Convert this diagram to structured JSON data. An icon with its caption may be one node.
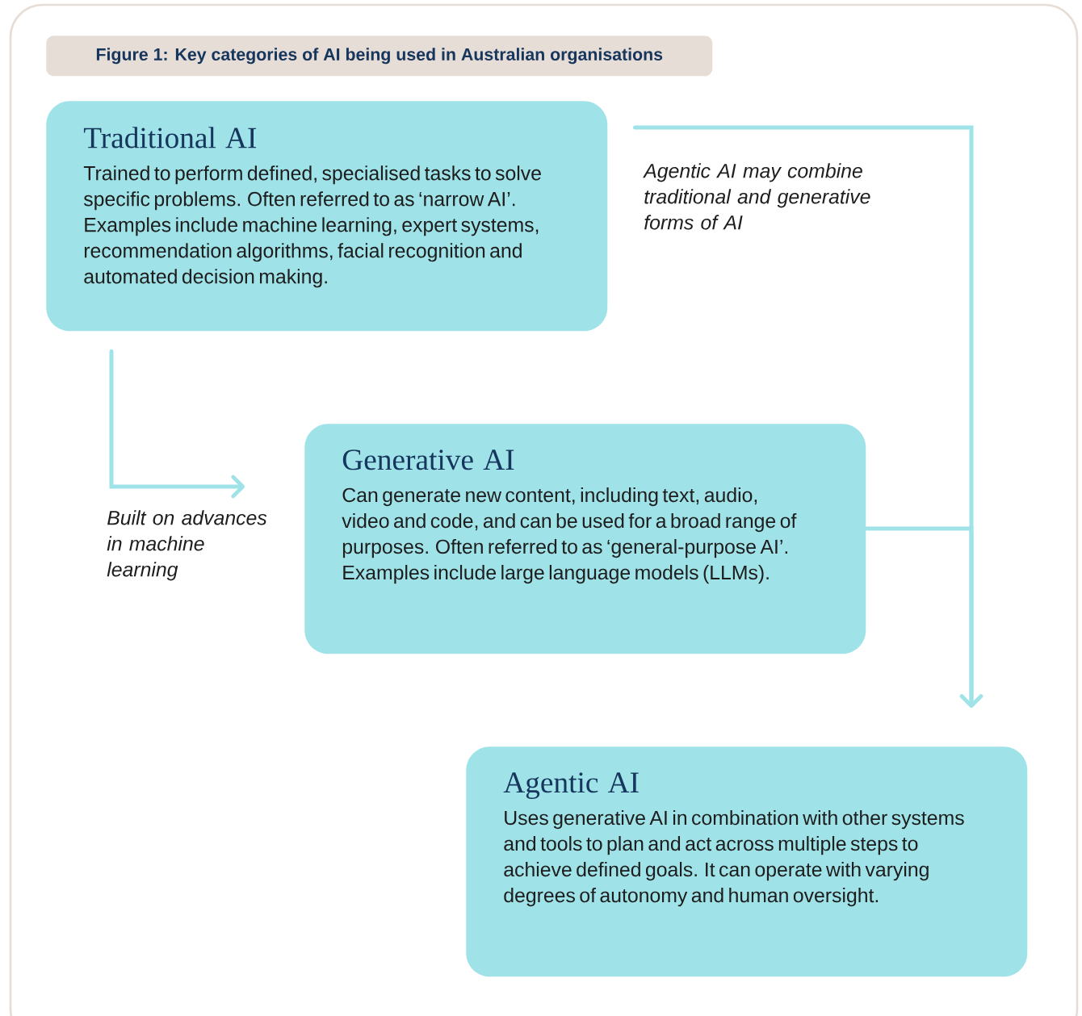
{
  "diagram": {
    "title": "Figure 1: Key categories of AI being used in Australian organisations",
    "nodes": [
      {
        "text": [
          "Traditional AI",
          "Trained to perform defined, specialised tasks to solve specific problems. Often referred to as ‘narrow AI’. Examples include machine learning, expert systems, recommendation algorithms, facial recognition and automated decision making."
        ]
      },
      {
        "text": [
          "Generative AI",
          "Can generate new content, including text, audio, video and code, and can be used for a broad range of purposes. Often referred to as ‘general-purpose AI’. Examples include large language models (LLMs)."
        ]
      },
      {
        "text": [
          "Agentic AI",
          "Uses generative AI in combination with other systems and tools to plan and act across multiple steps to achieve defined goals. It can operate with varying degrees of autonomy and human oversight."
        ]
      }
    ],
    "edges": [
      {
        "from": 0,
        "to": 1,
        "arrow": "to",
        "label": "Built on advances in machine learning"
      },
      {
        "from": 0,
        "to": 2,
        "arrow": "to",
        "label": "Agentic AI may combine traditional and generative forms of AI"
      },
      {
        "from": 1,
        "to": 2,
        "arrow": "to"
      }
    ]
  }
}
